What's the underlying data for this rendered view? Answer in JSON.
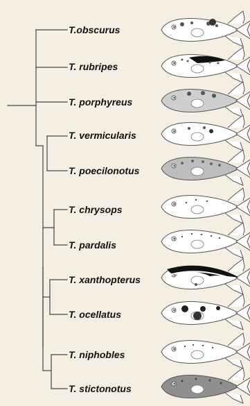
{
  "figure": {
    "background": "#f4efe2",
    "line_color": "#444444",
    "text_color": "#111111",
    "species": [
      {
        "name": "T.obscurus",
        "pattern": "obscurus"
      },
      {
        "name": "T. rubripes",
        "pattern": "rubripes"
      },
      {
        "name": "T. porphyreus",
        "pattern": "porphyreus"
      },
      {
        "name": "T. vermicularis",
        "pattern": "vermicularis"
      },
      {
        "name": "T. poecilonotus",
        "pattern": "poecilonotus"
      },
      {
        "name": "T. chrysops",
        "pattern": "chrysops"
      },
      {
        "name": "T. pardalis",
        "pattern": "pardalis"
      },
      {
        "name": "T. xanthopterus",
        "pattern": "xanthopterus"
      },
      {
        "name": "T. ocellatus",
        "pattern": "ocellatus"
      },
      {
        "name": "T. niphobles",
        "pattern": "niphobles"
      },
      {
        "name": "T. stictonotus",
        "pattern": "stictonotus"
      }
    ]
  }
}
